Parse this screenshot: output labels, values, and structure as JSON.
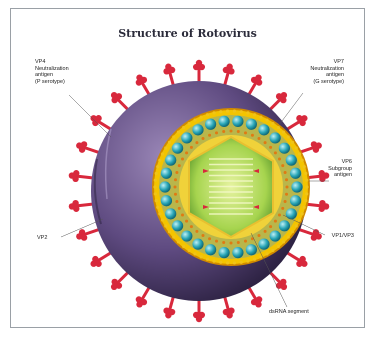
{
  "title": "Structure of Rotovirus",
  "labels": {
    "vp4": "VP4\nNeutralization\nantigen\n(P serotype)",
    "vp7": "VP7\nNeutralization\nantigen\n(G serotype)",
    "vp6": "VP6\nSubgroup\nantigen",
    "vp1_vp3": "VP1/VP3",
    "vp2": "VP2",
    "dsrna": "dsRNA segment"
  },
  "colors": {
    "spike": "#d8283c",
    "outer_shell": "#6e5a8e",
    "outer_shell_dark": "#3d2f5a",
    "capsomere": "#2aa7b8",
    "yellow_bead": "#f0c419",
    "core": "#9fcf4a",
    "core_light": "#d8ee8c"
  }
}
